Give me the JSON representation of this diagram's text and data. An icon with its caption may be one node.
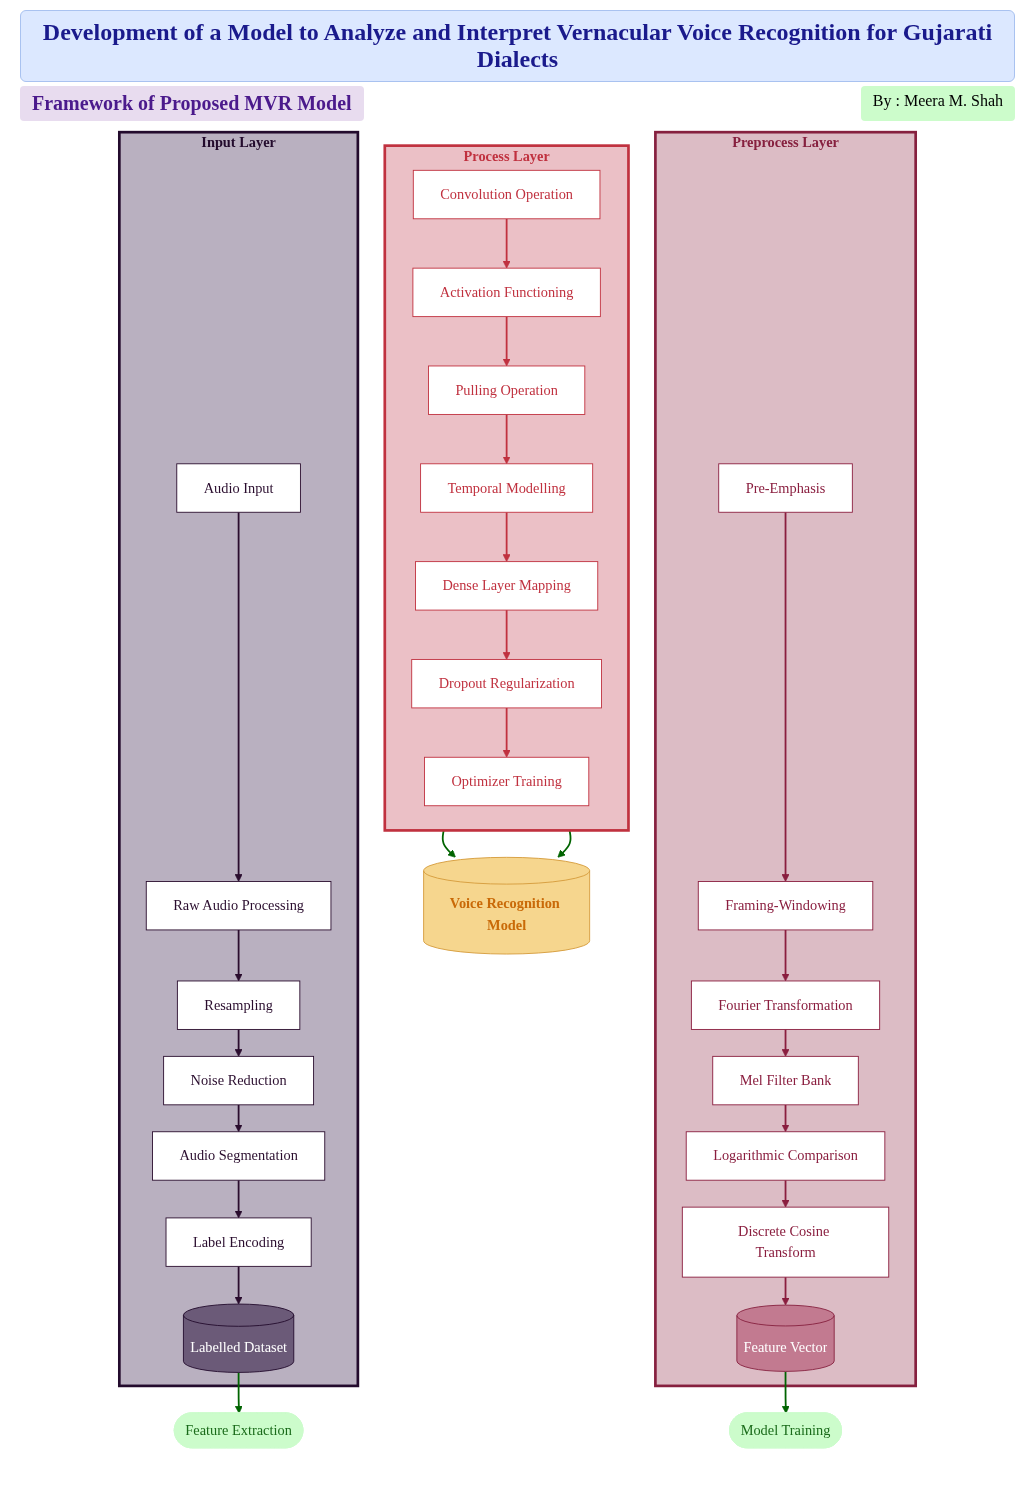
{
  "diagram": {
    "title": "Development of a Model to Analyze and Interpret Vernacular Voice Recognition for Gujarati Dialects",
    "nodes": [
      {
        "text": [
          "Input Layer"
        ]
      },
      {
        "text": [
          "Audio Input"
        ],
        "in": 0
      },
      {
        "text": [
          "Raw Audio Processing"
        ],
        "in": 0
      },
      {
        "text": [
          "Resampling"
        ],
        "in": 0
      },
      {
        "text": [
          "Noise Reduction"
        ],
        "in": 0
      },
      {
        "text": [
          "Audio Segmentation"
        ],
        "in": 0
      },
      {
        "text": [
          "Label Encoding"
        ],
        "in": 0
      },
      {
        "text": [
          "Labelled Dataset"
        ],
        "in": 0
      },
      {
        "text": [
          "Feature Extraction"
        ]
      },
      {
        "text": [
          "Preprocess Layer"
        ]
      },
      {
        "text": [
          "Pre-Emphasis"
        ],
        "in": 9
      },
      {
        "text": [
          "Framing-Windowing"
        ],
        "in": 9
      },
      {
        "text": [
          "Fourier Transformation"
        ],
        "in": 9
      },
      {
        "text": [
          "Mel Filter Bank"
        ],
        "in": 9
      },
      {
        "text": [
          "Logarithmic Comparison"
        ],
        "in": 9
      },
      {
        "text": [
          "Discrete Cosine Transform"
        ],
        "in": 9
      },
      {
        "text": [
          "Feature Vector"
        ],
        "in": 9
      },
      {
        "text": [
          "Model Training"
        ]
      },
      {
        "text": [
          "Process Layer"
        ]
      },
      {
        "text": [
          "Convolution Operation"
        ],
        "in": 18
      },
      {
        "text": [
          "Activation Functioning"
        ],
        "in": 18
      },
      {
        "text": [
          "Pulling Operation"
        ],
        "in": 18
      },
      {
        "text": [
          "Temporal Modelling"
        ],
        "in": 18
      },
      {
        "text": [
          "Dense Layer Mapping"
        ],
        "in": 18
      },
      {
        "text": [
          "Dropout Regularization"
        ],
        "in": 18
      },
      {
        "text": [
          "Optimizer Training"
        ],
        "in": 18
      },
      {
        "text": [
          "Voice Recognition Model"
        ]
      }
    ],
    "edges": [
      {
        "from": 1,
        "to": 2,
        "arrow": "to",
        "color": "#2a0d2e"
      },
      {
        "from": 2,
        "to": 3,
        "arrow": "to",
        "color": "#2a0d2e"
      },
      {
        "from": 3,
        "to": 4,
        "arrow": "to",
        "color": "#2a0d2e"
      },
      {
        "from": 4,
        "to": 5,
        "arrow": "to",
        "color": "#2a0d2e"
      },
      {
        "from": 5,
        "to": 6,
        "arrow": "to",
        "color": "#2a0d2e"
      },
      {
        "from": 6,
        "to": 7,
        "arrow": "to",
        "color": "#2a0d2e"
      },
      {
        "from": 7,
        "to": 8,
        "arrow": "to",
        "color": "#006400"
      },
      {
        "from": 10,
        "to": 11,
        "arrow": "to",
        "color": "#8a1e3f"
      },
      {
        "from": 11,
        "to": 12,
        "arrow": "to",
        "color": "#8a1e3f"
      },
      {
        "from": 12,
        "to": 13,
        "arrow": "to",
        "color": "#8a1e3f"
      },
      {
        "from": 13,
        "to": 14,
        "arrow": "to",
        "color": "#8a1e3f"
      },
      {
        "from": 14,
        "to": 15,
        "arrow": "to",
        "color": "#8a1e3f"
      },
      {
        "from": 15,
        "to": 16,
        "arrow": "to",
        "color": "#8a1e3f"
      },
      {
        "from": 16,
        "to": 17,
        "arrow": "to",
        "color": "#006400"
      },
      {
        "from": 19,
        "to": 20,
        "arrow": "to",
        "color": "#c0313f"
      },
      {
        "from": 20,
        "to": 21,
        "arrow": "to",
        "color": "#c0313f"
      },
      {
        "from": 21,
        "to": 22,
        "arrow": "to",
        "color": "#c0313f"
      },
      {
        "from": 22,
        "to": 23,
        "arrow": "to",
        "color": "#c0313f"
      },
      {
        "from": 23,
        "to": 24,
        "arrow": "to",
        "color": "#c0313f"
      },
      {
        "from": 24,
        "to": 25,
        "arrow": "to",
        "color": "#c0313f"
      },
      {
        "from": 18,
        "to": 26,
        "arrow": "to",
        "color": "#006400"
      },
      {
        "from": 18,
        "to": 26,
        "arrow": "to",
        "color": "#006400"
      }
    ],
    "labels": [
      "Framework of Proposed MVR Model",
      "By : Meera M. Shah"
    ]
  }
}
